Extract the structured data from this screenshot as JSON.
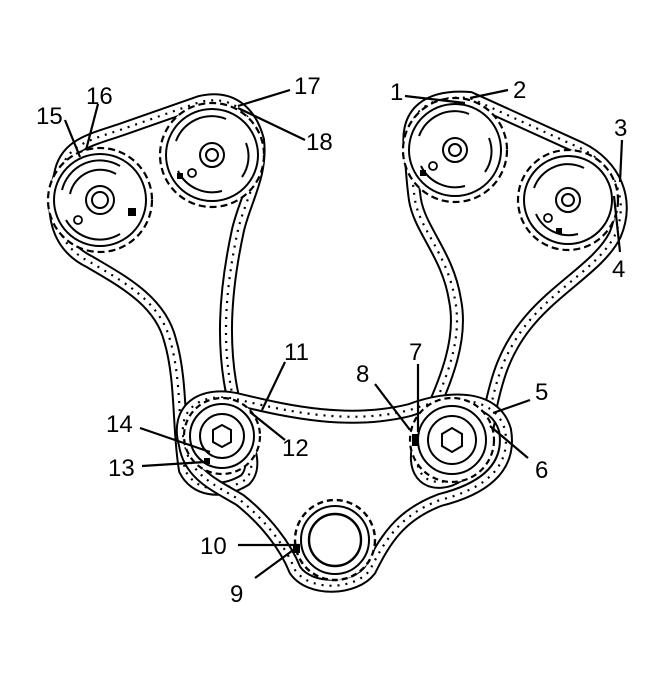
{
  "diagram": {
    "callouts": [
      {
        "text": "1"
      },
      {
        "text": "2"
      },
      {
        "text": "3"
      },
      {
        "text": "4"
      },
      {
        "text": "5"
      },
      {
        "text": "6"
      },
      {
        "text": "7"
      },
      {
        "text": "8"
      },
      {
        "text": "9"
      },
      {
        "text": "10"
      },
      {
        "text": "11"
      },
      {
        "text": "12"
      },
      {
        "text": "13"
      },
      {
        "text": "14"
      },
      {
        "text": "15"
      },
      {
        "text": "16"
      },
      {
        "text": "17"
      },
      {
        "text": "18"
      }
    ]
  }
}
